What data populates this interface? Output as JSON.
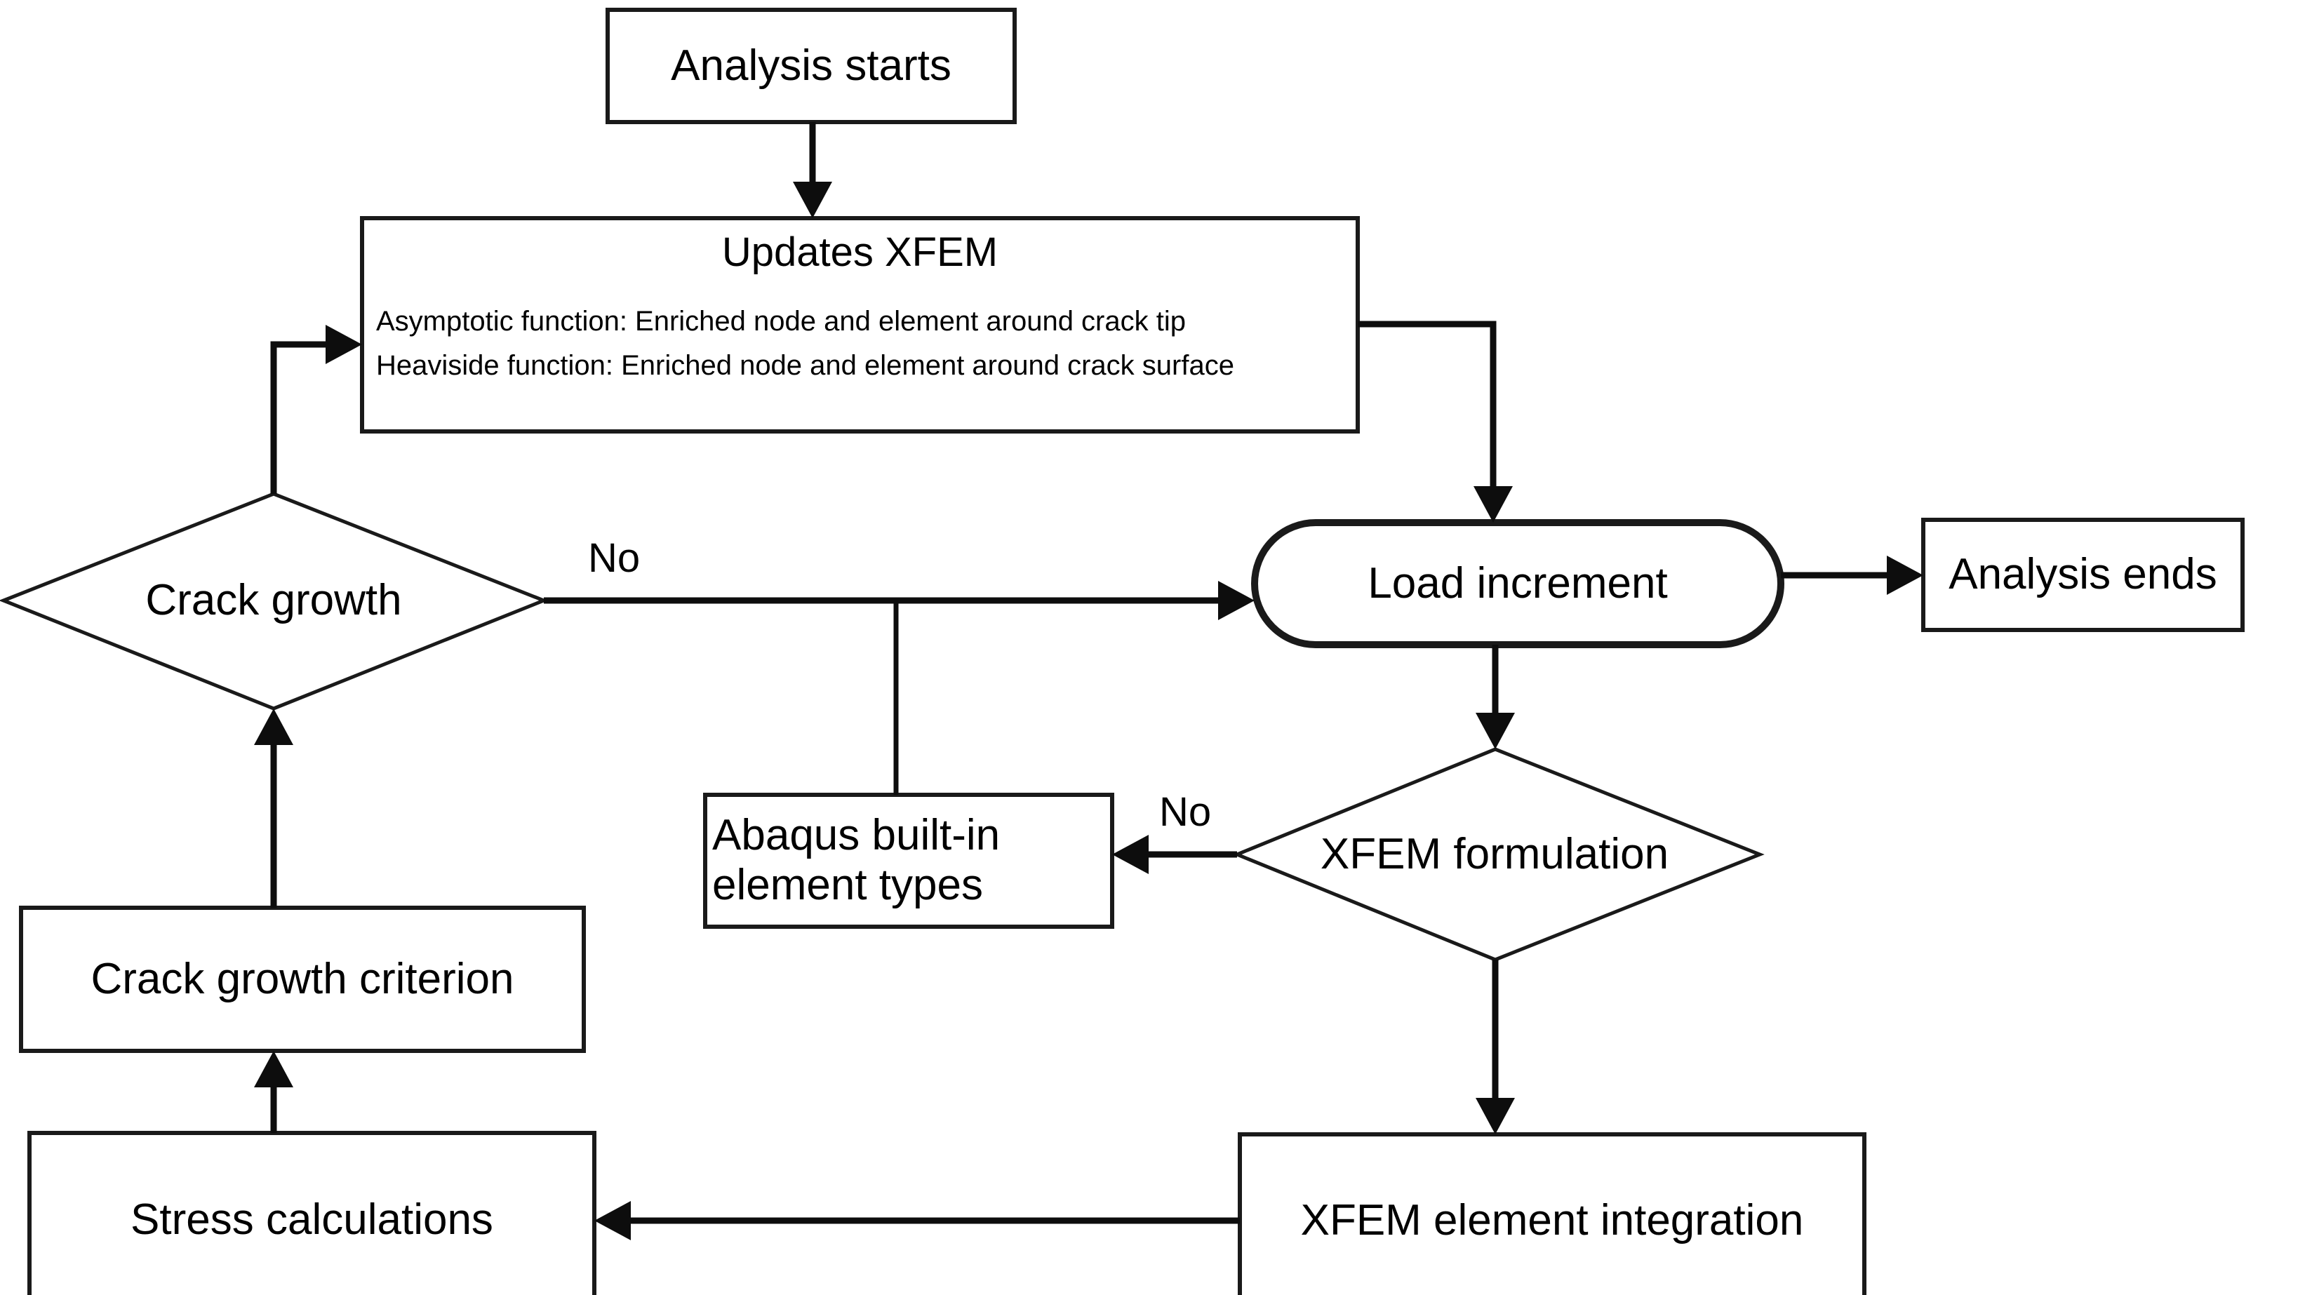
{
  "diagram": {
    "title": "XFEM crack-growth analysis flowchart",
    "background_color": "#ffffff",
    "line_color": "#0d0d0d",
    "node_fill": "#ffffff",
    "node_stroke": "#1a1a1a"
  },
  "nodes": {
    "analysis_starts": {
      "label": "Analysis starts",
      "shape": "rectangle"
    },
    "updates_xfem": {
      "heading": "Updates XFEM",
      "detail_line_1": "Asymptotic function: Enriched node and element around crack tip",
      "detail_line_2": "Heaviside function: Enriched node and element  around crack surface",
      "shape": "rectangle"
    },
    "crack_growth": {
      "label": "Crack growth",
      "shape": "diamond"
    },
    "load_increment": {
      "label": "Load increment",
      "shape": "stadium"
    },
    "analysis_ends": {
      "label": "Analysis ends",
      "shape": "rectangle"
    },
    "abaqus_builtin": {
      "label": "Abaqus built-in\nelement types",
      "shape": "rectangle"
    },
    "xfem_formulation": {
      "label": "XFEM formulation",
      "shape": "diamond"
    },
    "crack_growth_criterion": {
      "label": "Crack growth criterion",
      "shape": "rectangle"
    },
    "stress_calculations": {
      "label": "Stress calculations",
      "shape": "rectangle"
    },
    "xfem_element_integration": {
      "label": "XFEM element integration",
      "shape": "rectangle"
    }
  },
  "edge_labels": {
    "crack_growth_no": "No",
    "xfem_formulation_no": "No"
  },
  "edges": [
    {
      "from": "analysis_starts",
      "to": "updates_xfem",
      "label": ""
    },
    {
      "from": "updates_xfem",
      "to": "load_increment",
      "label": ""
    },
    {
      "from": "crack_growth",
      "to": "load_increment",
      "label": "No"
    },
    {
      "from": "crack_growth",
      "to": "updates_xfem",
      "label": ""
    },
    {
      "from": "crack_growth_branch",
      "to": "abaqus_builtin",
      "label": ""
    },
    {
      "from": "load_increment",
      "to": "analysis_ends",
      "label": ""
    },
    {
      "from": "load_increment",
      "to": "xfem_formulation",
      "label": ""
    },
    {
      "from": "xfem_formulation",
      "to": "abaqus_builtin",
      "label": "No"
    },
    {
      "from": "xfem_formulation",
      "to": "xfem_element_integration",
      "label": ""
    },
    {
      "from": "xfem_element_integration",
      "to": "stress_calculations",
      "label": ""
    },
    {
      "from": "stress_calculations",
      "to": "crack_growth_criterion",
      "label": ""
    },
    {
      "from": "crack_growth_criterion",
      "to": "crack_growth",
      "label": ""
    }
  ]
}
